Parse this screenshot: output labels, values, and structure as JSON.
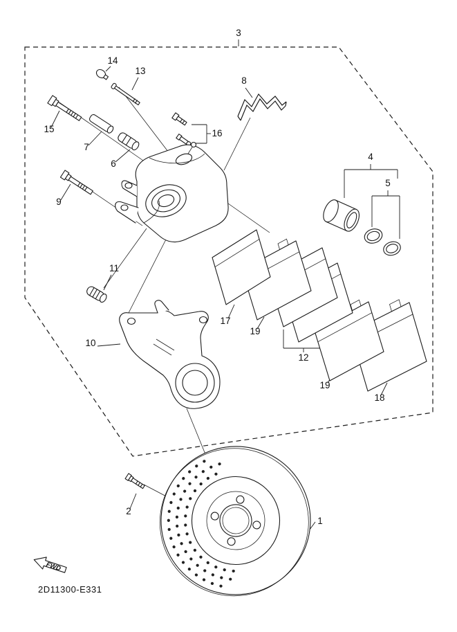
{
  "page": {
    "background": "#ffffff",
    "line_color": "#1a1a1a"
  },
  "drawing": {
    "code": "2D11300-E331",
    "fwd": "FWD"
  },
  "callouts": {
    "c1": "1",
    "c2": "2",
    "c3": "3",
    "c4": "4",
    "c5": "5",
    "c6": "6",
    "c7": "7",
    "c8": "8",
    "c9": "9",
    "c10": "10",
    "c11": "11",
    "c12": "12",
    "c13": "13",
    "c14": "14",
    "c15": "15",
    "c16": "16",
    "c17": "17",
    "c18": "18",
    "c19a": "19",
    "c19b": "19"
  }
}
